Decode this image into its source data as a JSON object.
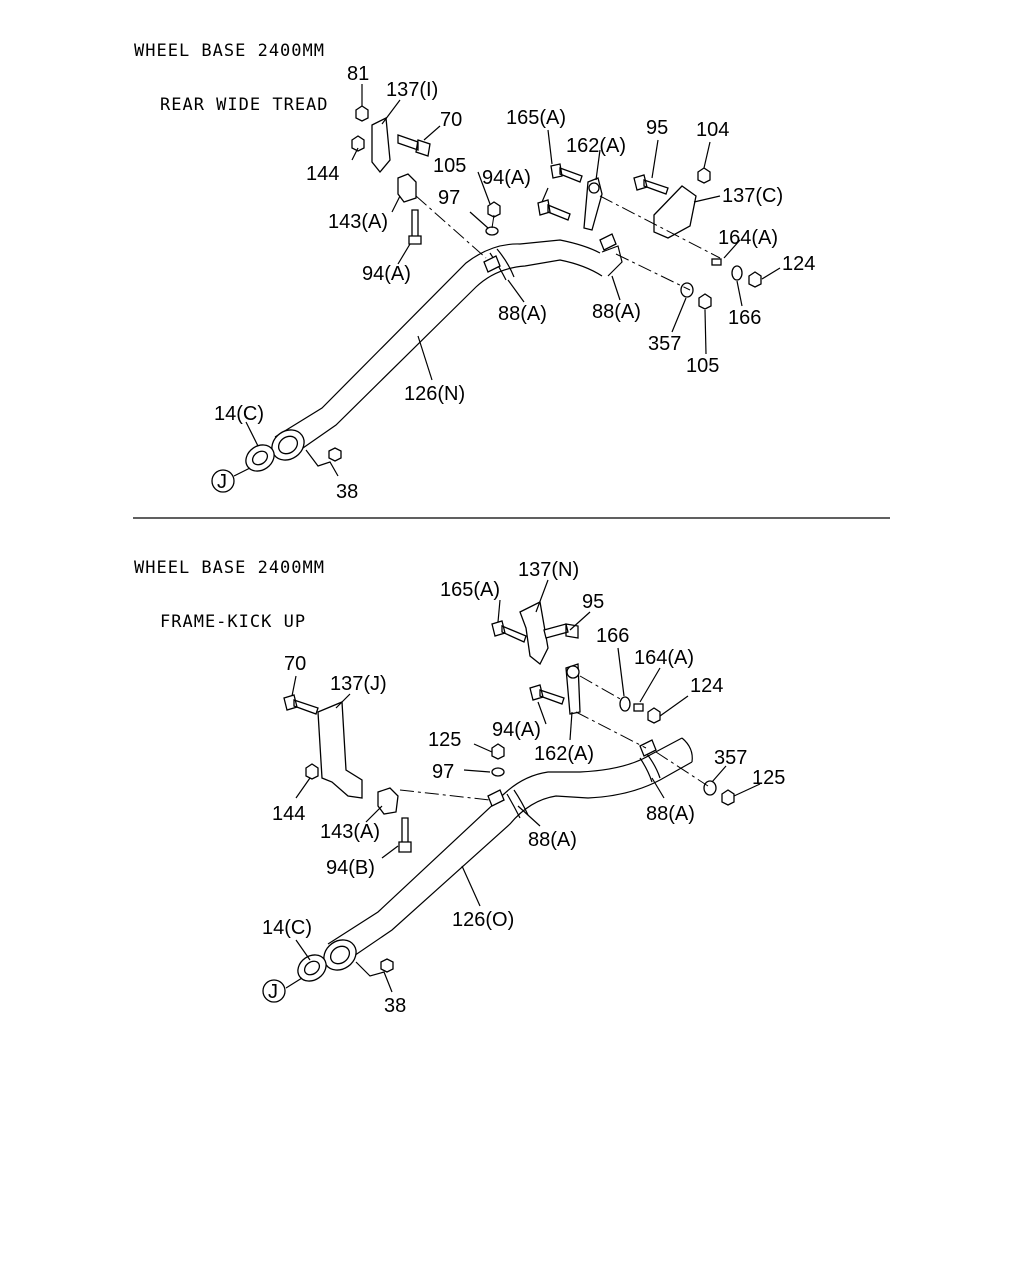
{
  "sections": [
    {
      "heading_line1": "WHEEL BASE 2400MM",
      "heading_line2": "REAR WIDE TREAD",
      "labels": [
        "81",
        "137(I)",
        "70",
        "144",
        "143(A)",
        "94(A)",
        "105",
        "97",
        "165(A)",
        "162(A)",
        "95",
        "104",
        "94(A)",
        "137(C)",
        "164(A)",
        "124",
        "88(A)",
        "88(A)",
        "357",
        "166",
        "105",
        "126(N)",
        "14(C)",
        "J",
        "38"
      ]
    },
    {
      "heading_line1": "WHEEL BASE 2400MM",
      "heading_line2": "FRAME-KICK UP",
      "labels": [
        "137(N)",
        "165(A)",
        "95",
        "166",
        "164(A)",
        "70",
        "137(J)",
        "124",
        "94(A)",
        "162(A)",
        "125",
        "97",
        "357",
        "125",
        "144",
        "143(A)",
        "88(A)",
        "88(A)",
        "94(B)",
        "126(O)",
        "14(C)",
        "J",
        "38"
      ]
    }
  ]
}
